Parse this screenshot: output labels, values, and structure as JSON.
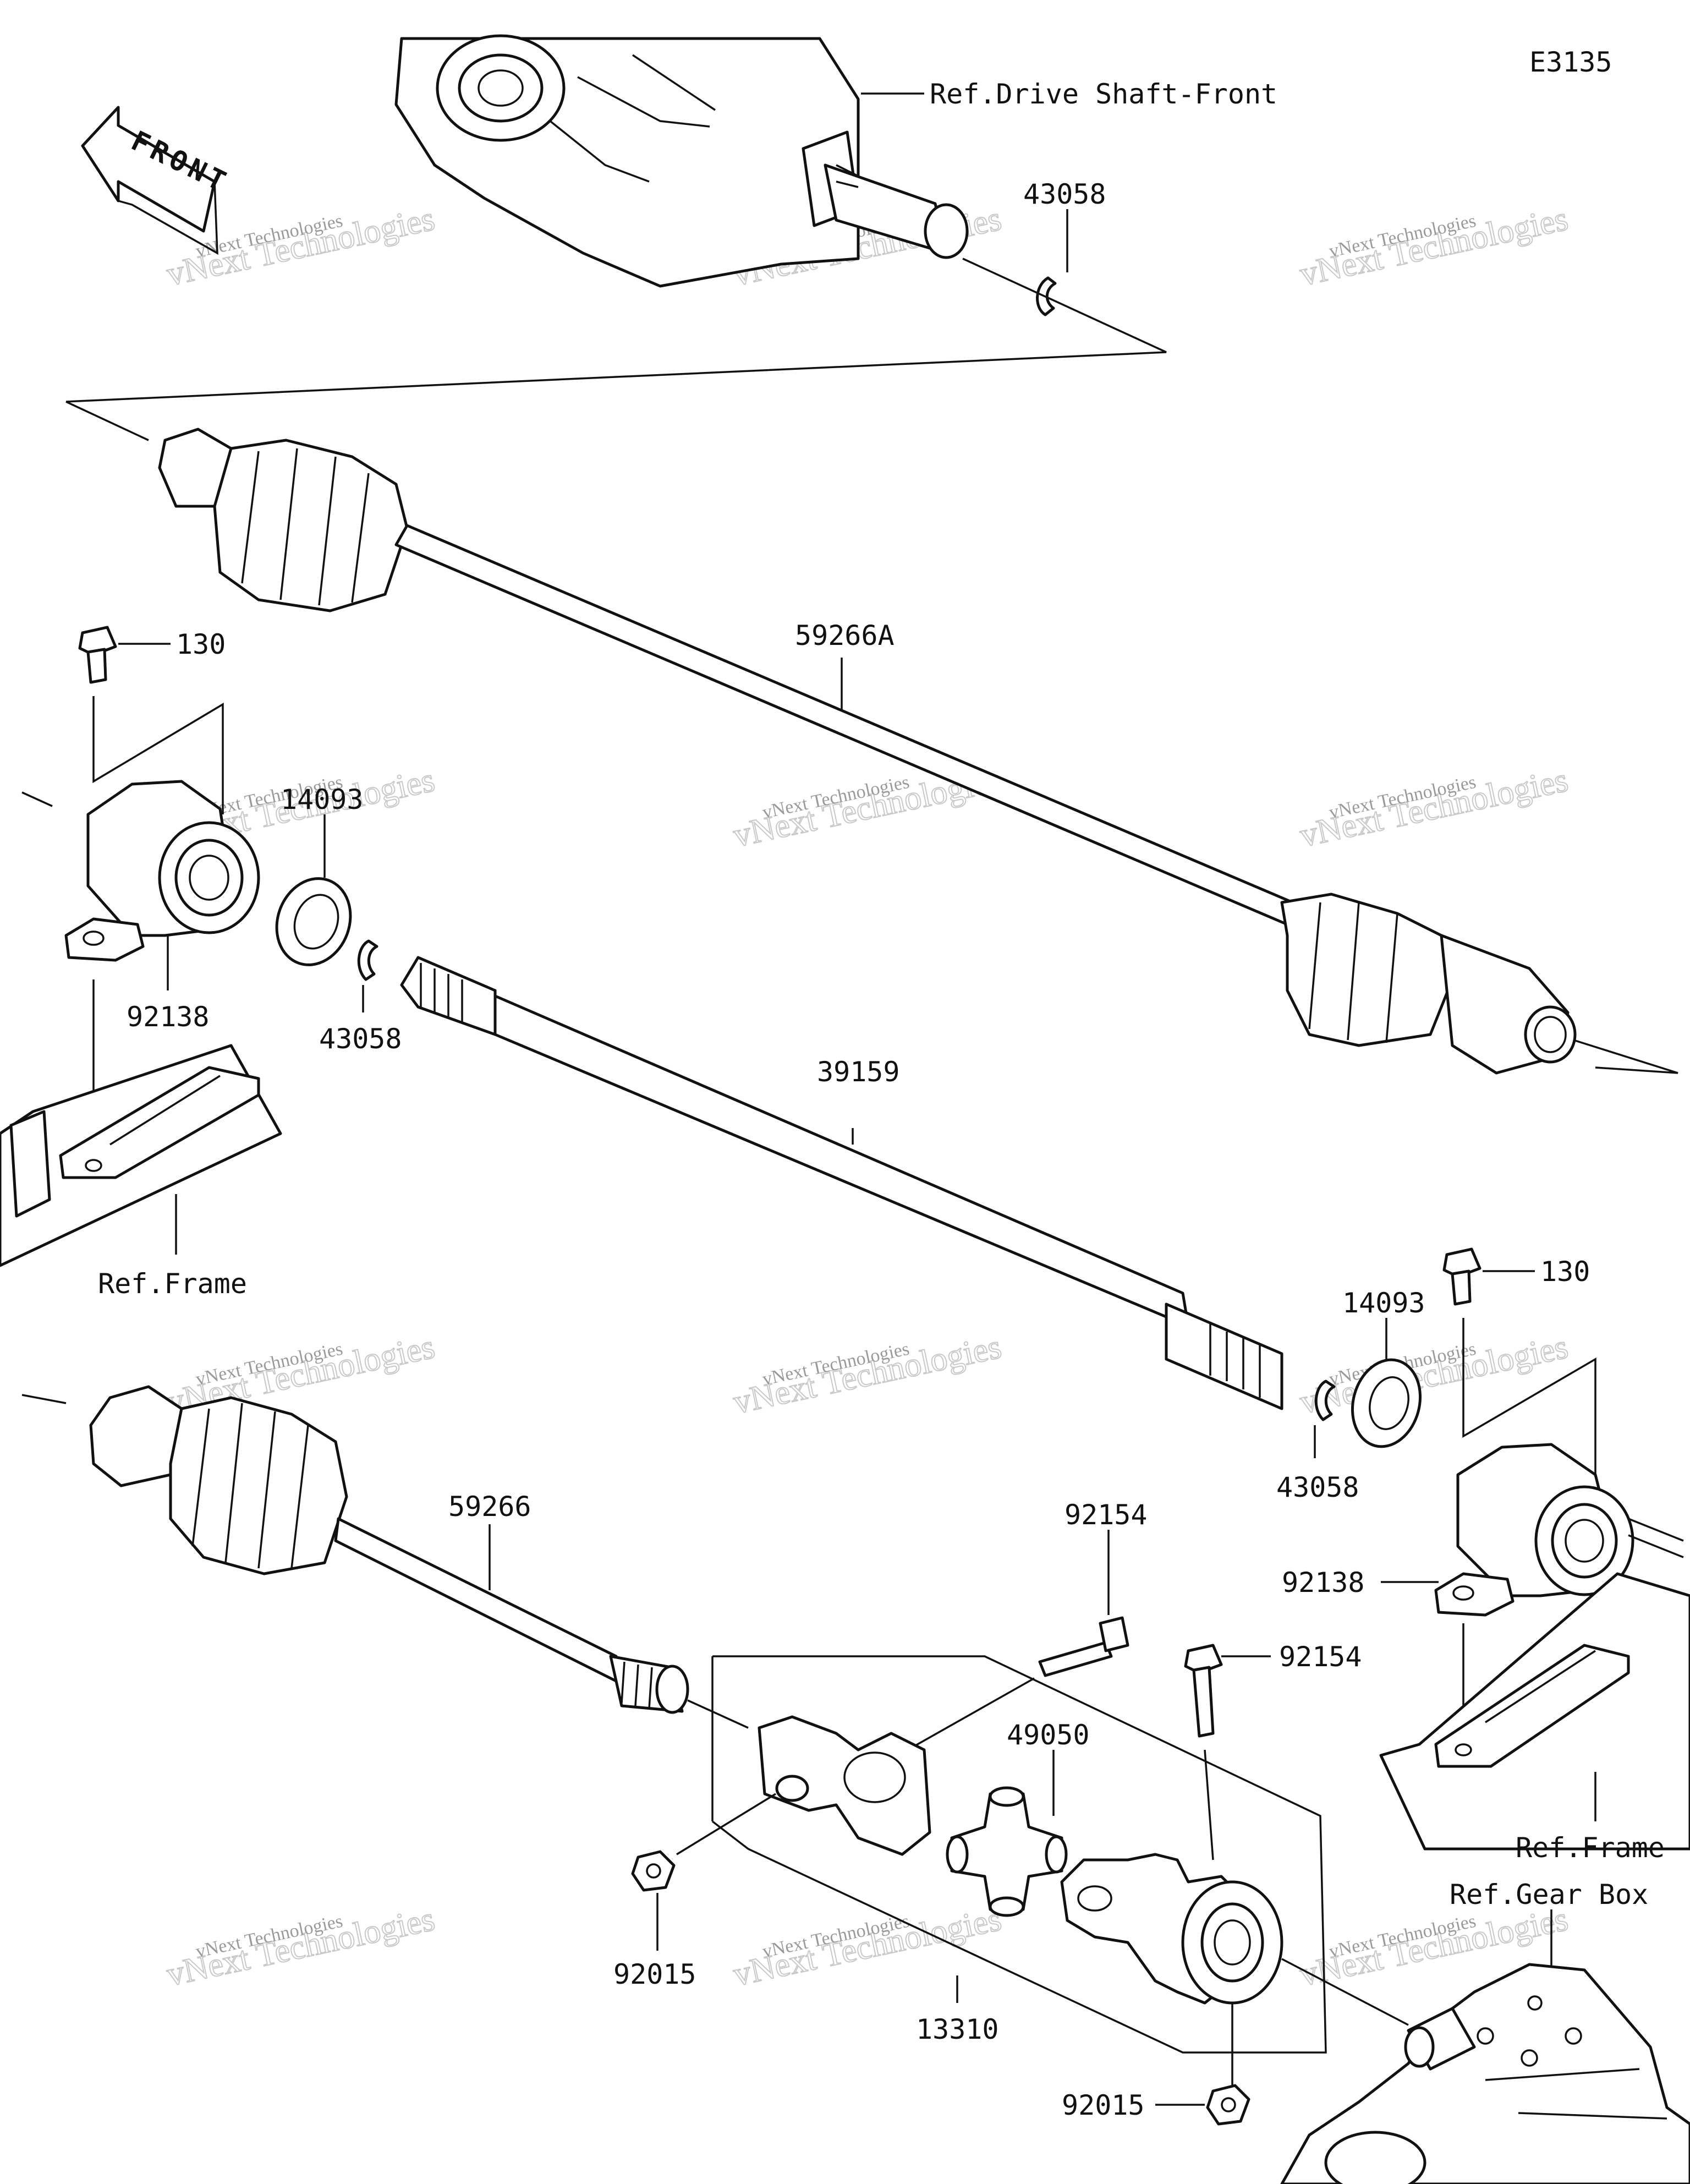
{
  "diagram_code": "E3135",
  "front_arrow": "FRONT",
  "watermark": {
    "line1": "vNext Technologies",
    "line2": "vNext Technologies"
  },
  "refs": {
    "drive_shaft_front": "Ref.Drive Shaft-Front",
    "frame_left": "Ref.Frame",
    "frame_right": "Ref.Frame",
    "gear_box": "Ref.Gear Box"
  },
  "parts": {
    "circlip_top": "43058",
    "shaft_59266a": "59266A",
    "bolt_130_left": "130",
    "seal_14093_left": "14093",
    "bracket_92138_left": "92138",
    "circlip_43058_left": "43058",
    "shaft_39159": "39159",
    "bolt_130_right": "130",
    "seal_14093_right": "14093",
    "circlip_43058_right": "43058",
    "bracket_92138_right": "92138",
    "shaft_59266": "59266",
    "bolt_92154_a": "92154",
    "bolt_92154_b": "92154",
    "spider_49050": "49050",
    "nut_92015_left": "92015",
    "joint_13310": "13310",
    "nut_92015_bottom": "92015"
  }
}
